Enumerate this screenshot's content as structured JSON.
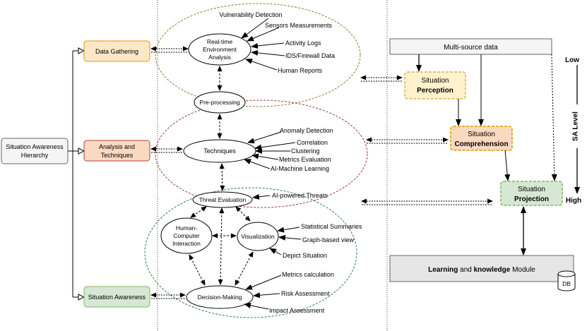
{
  "colors": {
    "orange_box": "#fde8c5",
    "orange_border": "#d79b00",
    "peach_box": "#fad9c1",
    "peach_border": "#ae4132",
    "green_box": "#d5e8d4",
    "green_border": "#82b366",
    "gray_box": "#e6e6e6",
    "gray_border": "#666666",
    "yellow_box": "#fff2cc",
    "yellow_border": "#d6b656",
    "circle_olive": "#8c7a2e",
    "circle_red": "#9b3a3a",
    "circle_green": "#2e7d4f"
  },
  "root": {
    "line1": "Situation Awareness",
    "line2": "Hierarchy"
  },
  "stages": {
    "gathering": "Data Gathering",
    "analysis_1": "Analysis and",
    "analysis_2": "Techniques",
    "awareness": "Situation Awareness"
  },
  "nodes": {
    "env_1": "Real-time",
    "env_2": "Environment",
    "env_3": "Analysis",
    "preprocessing": "Pre-processing",
    "techniques": "Techniques",
    "threat": "Threat Evaluation",
    "hci_1": "Human-",
    "hci_2": "Computer",
    "hci_3": "Interaction",
    "visualization": "Visualization",
    "decision": "Decision-Making"
  },
  "env_sources": [
    "Vulnerability Detection",
    "Sensors Measurements",
    "Activity Logs",
    "IDS/Firewall Data",
    "Human Reports"
  ],
  "technique_items": [
    "Anomaly Detection",
    "Correlation",
    "Clustering",
    "Metrics Evaluation",
    "AI-Machine Learning"
  ],
  "threat_item": "AI-powered Threats",
  "visualization_items": [
    "Statistical Summaries",
    "Graph-based view",
    "Depict Situation"
  ],
  "decision_items": [
    "Metrics calculation",
    "Risk Assessment",
    "Impact Assessment"
  ],
  "model": {
    "source": "Multi-source data",
    "perception_1": "Situation",
    "perception_2": "Perception",
    "comprehension_1": "Situation",
    "comprehension_2": "Comprehension",
    "projection_1": "Situation",
    "projection_2": "Projection",
    "learning_a": "Learning",
    "learning_b": " and ",
    "learning_c": "knowledge",
    "learning_d": " Module",
    "db": "DB"
  },
  "sa_level": {
    "low": "Low",
    "title": "SA Level",
    "high": "High"
  }
}
